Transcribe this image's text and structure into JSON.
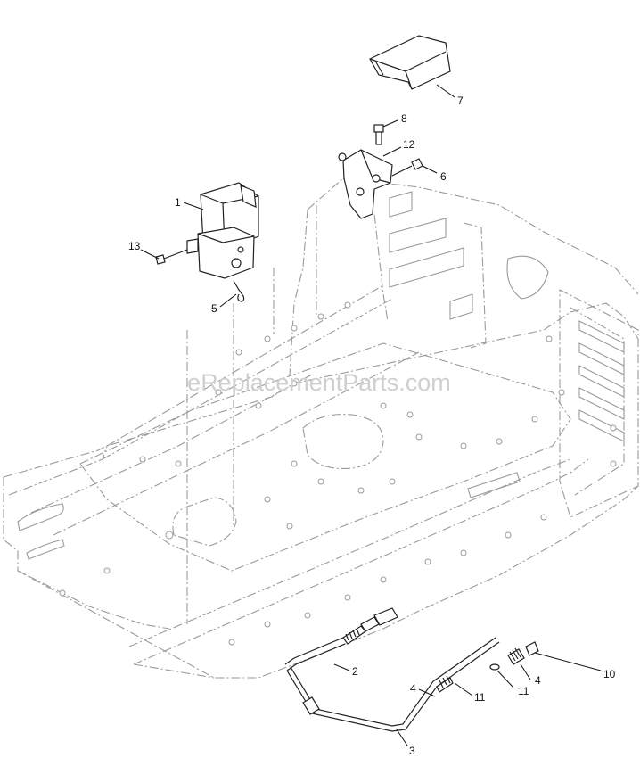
{
  "watermark": "eReplacementParts.com",
  "callouts": [
    {
      "label": "1"
    },
    {
      "label": "2"
    },
    {
      "label": "3"
    },
    {
      "label": "4"
    },
    {
      "label": "4"
    },
    {
      "label": "5"
    },
    {
      "label": "6"
    },
    {
      "label": "7"
    },
    {
      "label": "8"
    },
    {
      "label": "10"
    },
    {
      "label": "11"
    },
    {
      "label": "11"
    },
    {
      "label": "12"
    },
    {
      "label": "13"
    }
  ]
}
